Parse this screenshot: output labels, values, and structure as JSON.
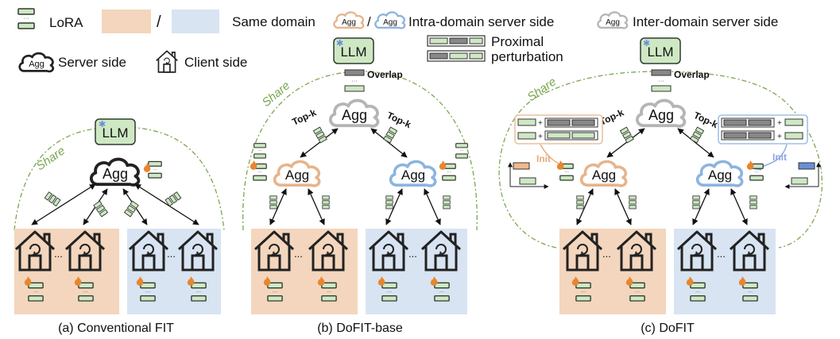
{
  "legend": {
    "lora": "LoRA",
    "slash": "/",
    "same_domain": "Same domain",
    "intra_domain": "Intra-domain server side",
    "inter_domain": "Inter-domain server side",
    "proximal_line1": "Proximal",
    "proximal_line2": "perturbation",
    "server_side": "Server side",
    "client_side": "Client side",
    "slash2": "/"
  },
  "labels": {
    "llm": "LLM",
    "agg": "Agg",
    "share": "Share",
    "overlap": "Overlap",
    "topk": "Top-k",
    "init": "Init",
    "ellipsis": "..."
  },
  "captions": {
    "a": "(a) Conventional FIT",
    "b": "(b) DoFIT-base",
    "c": "(c) DoFIT"
  },
  "colors": {
    "lora_fill": "#cfe8c4",
    "lora_stroke": "#2f3a2f",
    "domain_orange": "#f3d6bd",
    "domain_blue": "#d8e4f2",
    "orange_stroke": "#e6b48c",
    "blue_stroke": "#8cb4e0",
    "inter_stroke": "#b5b5b5",
    "share_green": "#7aa64e",
    "flame": "#e8862e",
    "init_orange": "#e8a97a",
    "init_blue": "#8aa6e0",
    "snowflake": "#6a8fd8"
  }
}
